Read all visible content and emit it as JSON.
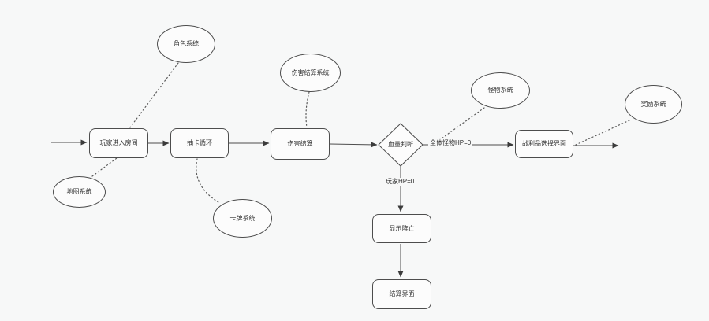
{
  "diagram": {
    "colors": {
      "background": "#f7f8f8",
      "node_fill": "#fcfcfc",
      "stroke": "#4d4d4d",
      "text": "#2f2f2f"
    },
    "nodes": {
      "enter_room": "玩家进入房间",
      "draw_loop": "抽卡循环",
      "damage_calc": "伤害结算",
      "hp_judge": "血量判断",
      "loot_select": "战利品选择界面",
      "show_death": "显示阵亡",
      "settle_screen": "结算界面"
    },
    "systems": {
      "character": "角色系统",
      "map": "地图系统",
      "card": "卡牌系统",
      "damage": "伤害结算系统",
      "monster": "怪物系统",
      "reward": "奖励系统"
    },
    "edge_labels": {
      "all_monsters_hp_zero": "全体怪物HP=0",
      "player_hp_zero": "玩家HP=0"
    }
  }
}
